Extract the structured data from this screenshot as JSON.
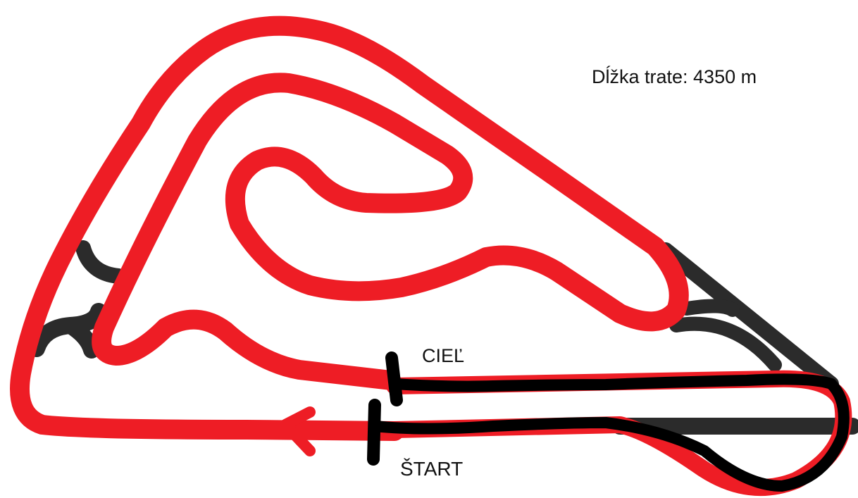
{
  "map": {
    "length_label": "Dĺžka trate: 4350 m",
    "finish_label": "CIEĽ",
    "start_label": "ŠTART"
  },
  "colors": {
    "track_red": "#ee1d25",
    "road_dark": "#2b2b2b",
    "marker_black": "#000000",
    "background": "#ffffff"
  }
}
